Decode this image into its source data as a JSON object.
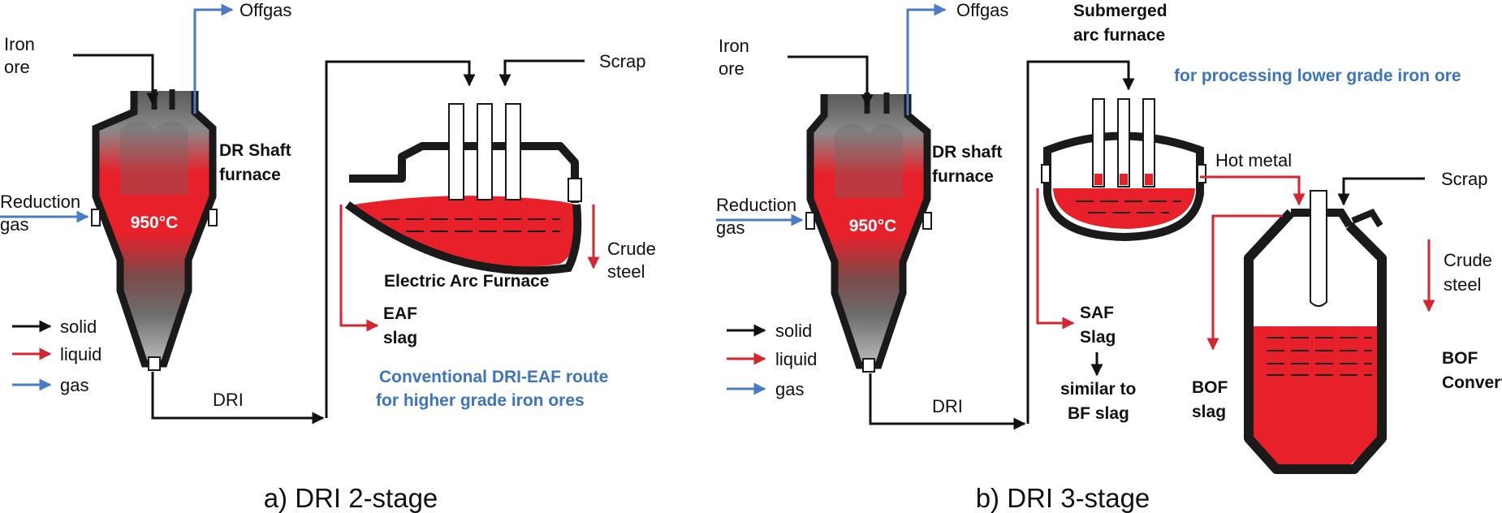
{
  "colors": {
    "solid": "#111111",
    "liquid": "#d22630",
    "gas": "#4a7cc4",
    "note": "#3c74c0",
    "hot": "#e8202a",
    "shell": "#1a1a1a"
  },
  "panel_a": {
    "iron_ore": [
      "Iron",
      "ore"
    ],
    "offgas": "Offgas",
    "shaft_label": [
      "DR Shaft",
      "furnace"
    ],
    "reduction_gas": [
      "Reduction",
      "gas"
    ],
    "temperature": "950°C",
    "scrap": "Scrap",
    "eaf_label": "Electric Arc Furnace",
    "crude_steel": [
      "Crude",
      "steel"
    ],
    "eaf_slag": [
      "EAF",
      "slag"
    ],
    "route_note": [
      "Conventional DRI-EAF route",
      "for higher grade iron ores"
    ],
    "dri": "DRI",
    "caption": "a) DRI 2-stage"
  },
  "panel_b": {
    "iron_ore": [
      "Iron",
      "ore"
    ],
    "offgas": "Offgas",
    "saf_title": [
      "Submerged",
      "arc furnace"
    ],
    "saf_note": "for processing lower grade iron ore",
    "shaft_label": [
      "DR shaft",
      "furnace"
    ],
    "reduction_gas": [
      "Reduction",
      "gas"
    ],
    "temperature": "950°C",
    "hot_metal": "Hot metal",
    "scrap": "Scrap",
    "crude_steel": [
      "Crude",
      "steel"
    ],
    "saf_slag": [
      "SAF",
      "Slag"
    ],
    "similar": [
      "similar to",
      "BF slag"
    ],
    "bof_slag": [
      "BOF",
      "slag"
    ],
    "bof_label": [
      "BOF",
      "Converter"
    ],
    "dri": "DRI",
    "caption": "b) DRI 3-stage"
  },
  "legend": {
    "solid": "solid",
    "liquid": "liquid",
    "gas": "gas"
  }
}
